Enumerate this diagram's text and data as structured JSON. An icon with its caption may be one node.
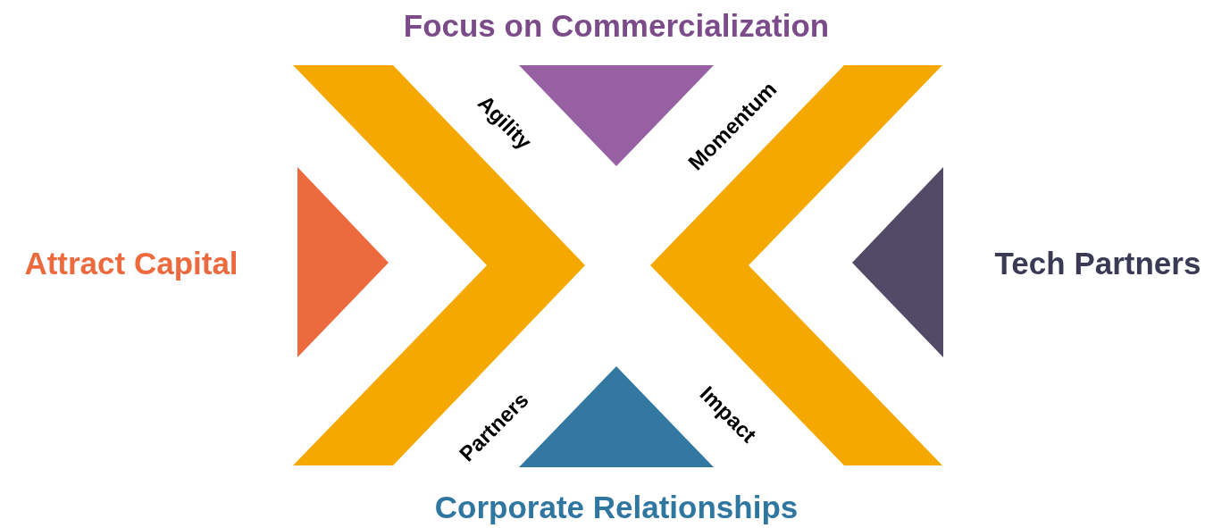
{
  "diagram": {
    "labels": [
      "Focus on Commercialization",
      "Agility",
      "Momentum",
      "Attract Capital",
      "Tech Partners",
      "Partners",
      "Impact",
      "Corporate Relationships"
    ]
  }
}
